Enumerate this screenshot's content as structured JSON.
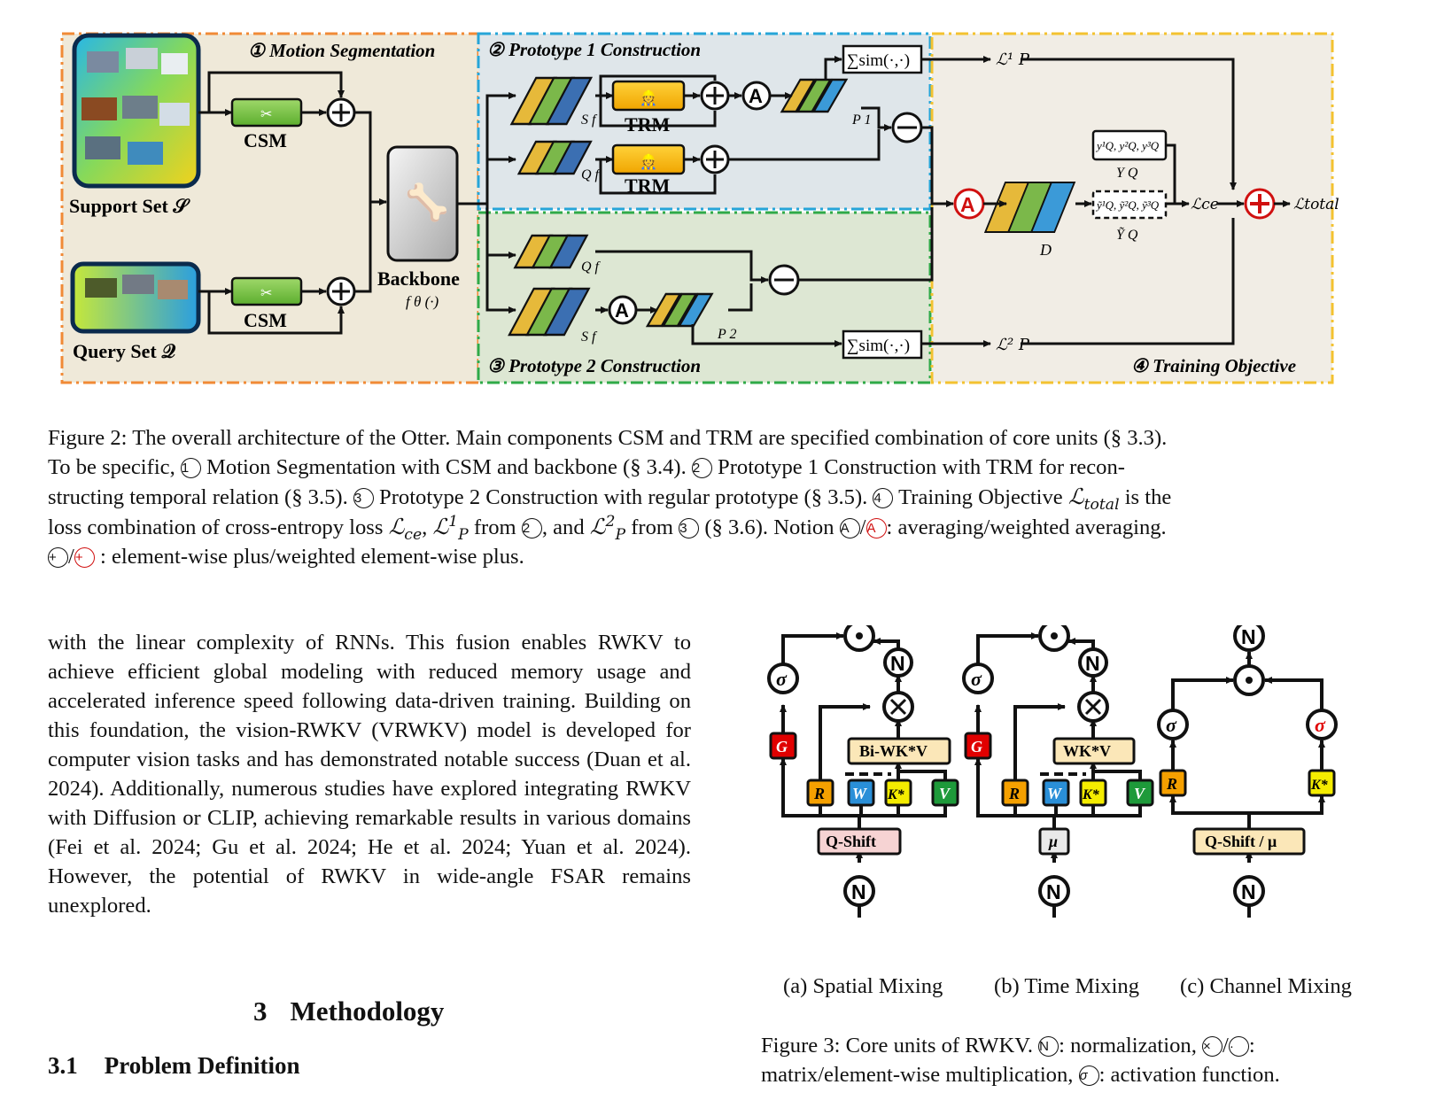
{
  "figure2": {
    "panels": {
      "p1": "① Motion Segmentation",
      "p2": "② Prototype 1 Construction",
      "p3": "③ Prototype 2 Construction",
      "p4": "④ Training Objective"
    },
    "support_set": "Support Set 𝒮",
    "query_set": "Query Set 𝒬",
    "csm": "CSM",
    "backbone": "Backbone",
    "backbone_fn": "f θ (·)",
    "trm": "TRM",
    "sf": "S f",
    "qf": "Q f",
    "p1_label": "P 1",
    "p2_label": "P 2",
    "sim": "∑sim(·,·)",
    "avg": "A",
    "lp1": "ℒ¹ P",
    "lp2": "ℒ² P",
    "yq": "y¹Q, y²Q, y³Q",
    "yq_label": "Y Q",
    "yq_hat": "ỹ¹Q, ỹ²Q, ỹ³Q",
    "yq_hat_label": "Ỹ Q",
    "d_label": "D",
    "lce": "ℒce",
    "ltotal": "ℒtotal"
  },
  "caption2": {
    "l1": "Figure 2: The overall architecture of the Otter. Main components CSM and TRM are specified combination of core units (§ 3.3).",
    "l2a": "To be specific, ",
    "c1": "1",
    "l2b": " Motion Segmentation with CSM and backbone (§ 3.4). ",
    "c2": "2",
    "l2c": " Prototype 1 Construction with TRM for recon-",
    "l3a": "structing temporal relation (§ 3.5). ",
    "c3": "3",
    "l3b": " Prototype 2 Construction with regular prototype (§ 3.5). ",
    "c4": "4",
    "l3c": " Training Objective ",
    "l3d": " is the",
    "l4a": "loss combination of cross-entropy loss ",
    "l4b": ", ",
    "l4c": " from ",
    "l4d": ", and ",
    "l4e": " from ",
    "l4f": " (§ 3.6). Notion ",
    "l4g": "/",
    "l4h": ": averaging/weighted averaging.",
    "l5a": "/",
    "l5b": " : element-wise plus/weighted element-wise plus.",
    "sym_a": "A",
    "sym_plus": "+"
  },
  "body_text": "with the linear complexity of RNNs. This fusion enables RWKV to achieve efficient global modeling with reduced memory usage and accelerated inference speed following data-driven training. Building on this foundation, the vision-RWKV (VRWKV) model is developed for computer vision tasks and has demonstrated notable success (Duan et al. 2024). Additionally, numerous studies have explored integrating RWKV with Diffusion or CLIP, achieving remarkable results in various domains (Fei et al. 2024; Gu et al. 2024; He et al. 2024; Yuan et al. 2024). However, the potential of RWKV in wide-angle FSAR remains unexplored.",
  "section": {
    "num": "3",
    "title": "Methodology"
  },
  "subsection": {
    "num": "3.1",
    "title": "Problem Definition"
  },
  "figure3": {
    "units": {
      "N": "N",
      "sigma": "σ",
      "G": "G",
      "R": "R",
      "W": "W",
      "K": "K*",
      "V": "V",
      "bi_wkv": "Bi-WK*V",
      "wkv": "WK*V",
      "qshift": "Q-Shift",
      "mu": "μ",
      "qshift_mu": "Q-Shift / μ"
    },
    "subcaps": {
      "a": "(a) Spatial Mixing",
      "b": "(b) Time Mixing",
      "c": "(c) Channel Mixing"
    },
    "colors": {
      "red": "#e00000",
      "orange": "#f5a000",
      "blue": "#2a8fd8",
      "yellow": "#f4ec00",
      "green": "#1e9a3a",
      "pink": "#f6d3d3",
      "cream": "#fbe7b8"
    }
  },
  "caption3": {
    "l1a": "Figure 3: Core units of RWKV. ",
    "n": "N",
    "l1b": ": normalization, ",
    "times": "×",
    "l1c": "/",
    "dot": "·",
    "l1d": ":",
    "l2a": "matrix/element-wise multiplication, ",
    "sigma": "σ",
    "l2b": ": activation function."
  }
}
